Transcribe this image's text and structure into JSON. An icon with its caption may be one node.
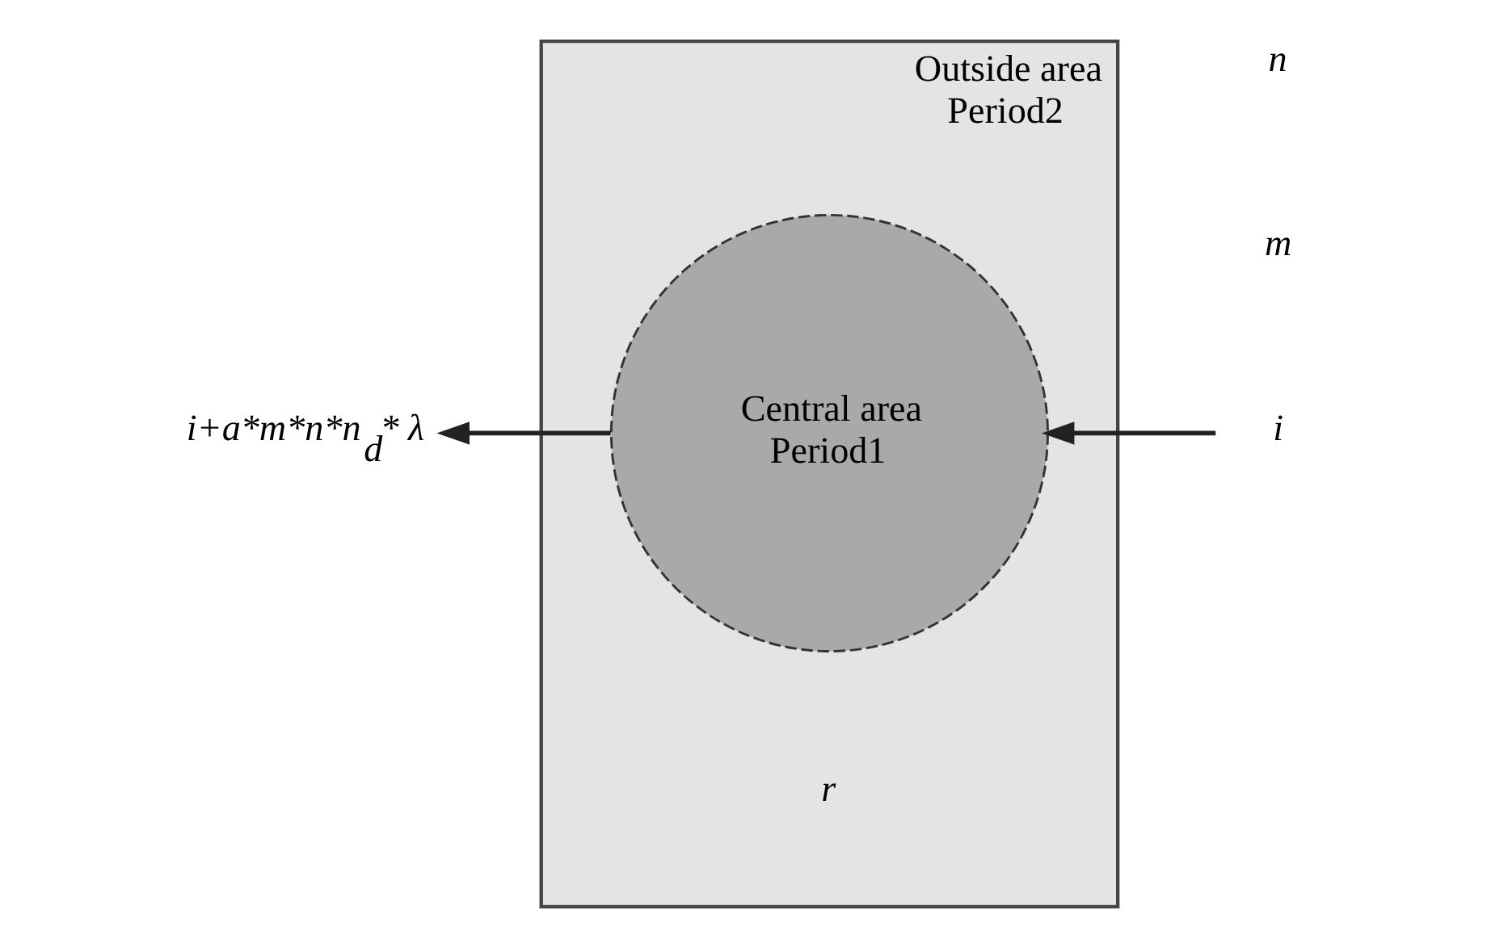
{
  "diagram": {
    "nodes": [
      {
        "text": [
          "Outside area",
          "Period2"
        ]
      },
      {
        "text": [
          "Central area",
          "Period1"
        ],
        "in": 0
      },
      {
        "text": [
          "i"
        ]
      },
      {
        "text": [
          "i+a*m*n*n$_{d}$* λ"
        ]
      }
    ],
    "edges": [
      {
        "from": 2,
        "to": 1,
        "arrow": "to"
      },
      {
        "from": 1,
        "to": 3,
        "arrow": "to"
      }
    ],
    "labels": [
      "m",
      "n",
      "r"
    ]
  }
}
